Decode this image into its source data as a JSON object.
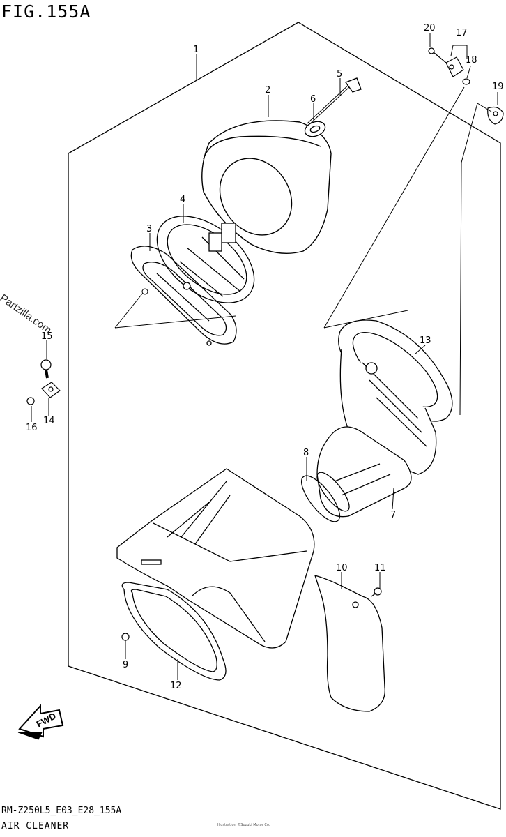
{
  "figure": {
    "title": "FIG.155A",
    "model_code": "RM-Z250L5_E03_E28_155A",
    "caption": "AIR CLEANER",
    "footnote": "Illustration ©Suzuki Motor Co.",
    "watermark": "© Partzilla.com",
    "fwd_label": "FWD"
  },
  "callouts": [
    {
      "id": "1",
      "label": "1"
    },
    {
      "id": "2",
      "label": "2"
    },
    {
      "id": "3",
      "label": "3"
    },
    {
      "id": "4",
      "label": "4"
    },
    {
      "id": "5",
      "label": "5"
    },
    {
      "id": "6",
      "label": "6"
    },
    {
      "id": "7",
      "label": "7"
    },
    {
      "id": "8",
      "label": "8"
    },
    {
      "id": "9",
      "label": "9"
    },
    {
      "id": "10",
      "label": "10"
    },
    {
      "id": "11",
      "label": "11"
    },
    {
      "id": "12",
      "label": "12"
    },
    {
      "id": "13",
      "label": "13"
    },
    {
      "id": "14",
      "label": "14"
    },
    {
      "id": "15",
      "label": "15"
    },
    {
      "id": "16",
      "label": "16"
    },
    {
      "id": "17",
      "label": "17"
    },
    {
      "id": "18",
      "label": "18"
    },
    {
      "id": "19",
      "label": "19"
    },
    {
      "id": "20",
      "label": "20"
    }
  ]
}
